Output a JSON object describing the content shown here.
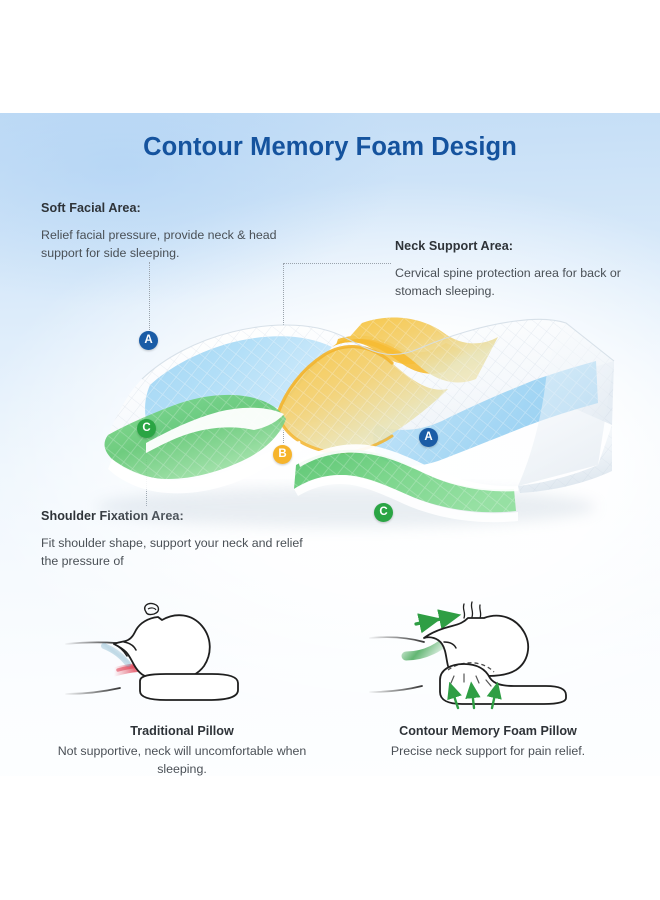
{
  "page": {
    "title": "Contour Memory Foam Design",
    "background_color": "#ffffff",
    "panel_color": "#c3ddf6",
    "title_color": "#15539e"
  },
  "callouts": [
    {
      "id": "soft-facial-area",
      "heading": "Soft Facial Area:",
      "body": "Relief facial pressure, provide neck & head support for side sleeping.",
      "marker": "A"
    },
    {
      "id": "neck-support-area",
      "heading": "Neck Support Area:",
      "body": "Cervical spine protection area for back or stomach sleeping.",
      "marker": "B"
    },
    {
      "id": "shoulder-fixation-area",
      "heading": "Shoulder Fixation Area:",
      "body": "Fit shoulder shape, support your neck and relief the pressure of",
      "marker": "C"
    }
  ],
  "zone_badges": {
    "a_label": "A",
    "b_label": "B",
    "c_label": "C",
    "a_color": "#1a5ca6",
    "b_color": "#f6b42c",
    "c_color": "#2aa544"
  },
  "pillow": {
    "icon": "contour-memory-foam-pillow-3d",
    "zone_a_color": "#8fcdf2",
    "zone_b_color": "#f6c442",
    "zone_c_color": "#6ed07e",
    "cover_color": "#ffffff"
  },
  "comparison": [
    {
      "id": "traditional-pillow",
      "icon": "side-sleeper-flat-pillow-pain",
      "title": "Traditional Pillow",
      "subtitle": "Not supportive, neck will uncomfortable when sleeping.",
      "highlight_color": "#e03a4e"
    },
    {
      "id": "contour-memory-foam-pillow",
      "icon": "side-sleeper-contour-pillow-support",
      "title": "Contour Memory Foam Pillow",
      "subtitle": "Precise neck support for pain relief.",
      "highlight_color": "#2f9e44"
    }
  ]
}
